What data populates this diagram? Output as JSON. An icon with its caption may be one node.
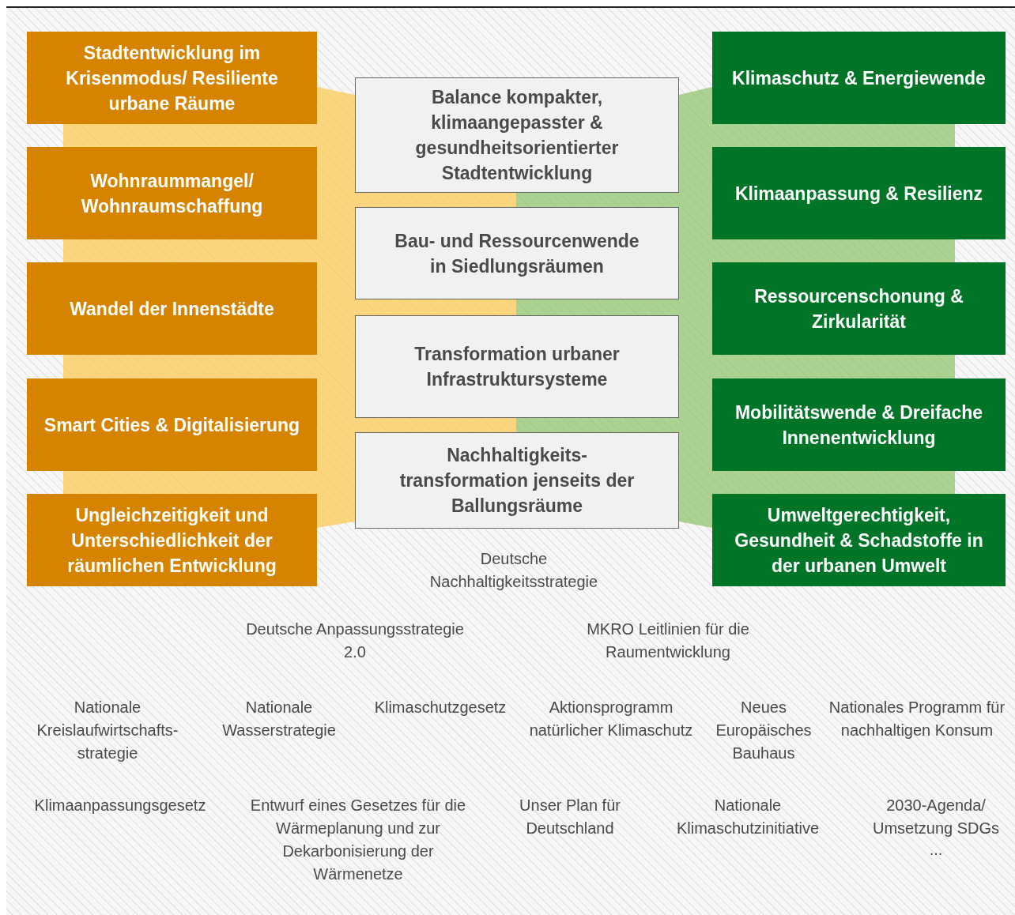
{
  "diagram": {
    "nodes": [
      {
        "text": [
          "Stadtentwicklung im Krisenmodus/ Resiliente urbane Räume"
        ]
      },
      {
        "text": [
          "Wohnraummangel/ Wohnraumschaffung"
        ]
      },
      {
        "text": [
          "Wandel der Innenstädte"
        ]
      },
      {
        "text": [
          "Smart Cities & Digitalisierung"
        ]
      },
      {
        "text": [
          "Ungleichzeitigkeit und Unterschiedlichkeit der räumlichen Entwicklung"
        ]
      },
      {
        "text": [
          "Balance kompakter, klimaangepasster & gesundheitsorientierter Stadtentwicklung"
        ]
      },
      {
        "text": [
          "Bau- und Ressourcenwende in Siedlungsräumen"
        ]
      },
      {
        "text": [
          "Transformation urbaner Infrastruktursysteme"
        ]
      },
      {
        "text": [
          "Nachhaltigkeits-transformation jenseits der Ballungsräume"
        ]
      },
      {
        "text": [
          "Klimaschutz & Energiewende"
        ]
      },
      {
        "text": [
          "Klimaanpassung & Resilienz"
        ]
      },
      {
        "text": [
          "Ressourcenschonung & Zirkularität"
        ]
      },
      {
        "text": [
          "Mobilitätswende & Dreifache Innenentwicklung"
        ]
      },
      {
        "text": [
          "Umweltgerechtigkeit, Gesundheit & Schadstoffe in der urbanen Umwelt"
        ]
      }
    ],
    "labels": [
      "Deutsche Nachhaltigkeitsstrategie",
      "Deutsche Anpassungsstrategie 2.0",
      "MKRO Leitlinien für die Raumentwicklung",
      "Nationale Kreislaufwirtschafts-strategie",
      "Nationale Wasserstrategie",
      "Klimaschutzgesetz",
      "Aktionsprogramm natürlicher Klimaschutz",
      "Neues Europäisches Bauhaus",
      "Nationales Programm für nachhaltigen Konsum",
      "Klimaanpassungsgesetz",
      "Entwurf eines Gesetzes für die Wärmeplanung und zur Dekarbonisierung der Wärmenetze",
      "Unser Plan für Deutschland",
      "Nationale Klimaschutzinitiative",
      "2030-Agenda/ Umsetzung SDGs",
      "..."
    ]
  }
}
